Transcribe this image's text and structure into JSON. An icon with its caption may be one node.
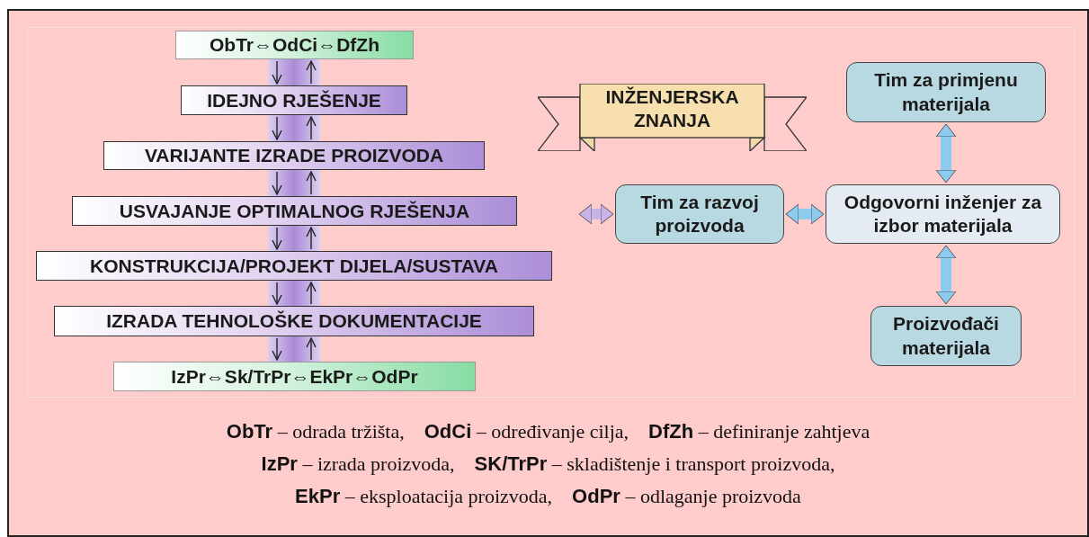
{
  "diagram": {
    "nodes": [
      {
        "text": [
          "ObTr⇔OdCi⇔DfZh"
        ]
      },
      {
        "text": [
          "IDEJNO RJEŠENJE"
        ]
      },
      {
        "text": [
          "VARIJANTE IZRADE PROIZVODA"
        ]
      },
      {
        "text": [
          "USVAJANJE OPTIMALNOG RJEŠENJA"
        ]
      },
      {
        "text": [
          "KONSTRUKCIJA/PROJEKT DIJELA/SUSTAVA"
        ]
      },
      {
        "text": [
          "IZRADA TEHNOLOŠKE DOKUMENTACIJE"
        ]
      },
      {
        "text": [
          "IzPr⇔Sk/TrPr⇔EkPr⇔OdPr"
        ]
      },
      {
        "text": [
          "INŽENJERSKA ZNANJA"
        ]
      },
      {
        "text": [
          "Tim za primjenu materijala"
        ]
      },
      {
        "text": [
          "Tim za razvoj proizvoda"
        ]
      },
      {
        "text": [
          "Odgovorni inženjer za izbor materijala"
        ]
      },
      {
        "text": [
          "Proizvođači materijala"
        ]
      }
    ],
    "edges": [
      {
        "from": 0,
        "to": 1,
        "arrow": "to"
      },
      {
        "from": 1,
        "to": 0,
        "arrow": "to"
      },
      {
        "from": 1,
        "to": 2,
        "arrow": "to"
      },
      {
        "from": 2,
        "to": 1,
        "arrow": "to"
      },
      {
        "from": 2,
        "to": 3,
        "arrow": "to"
      },
      {
        "from": 3,
        "to": 2,
        "arrow": "to"
      },
      {
        "from": 3,
        "to": 4,
        "arrow": "to"
      },
      {
        "from": 4,
        "to": 3,
        "arrow": "to"
      },
      {
        "from": 4,
        "to": 5,
        "arrow": "to"
      },
      {
        "from": 5,
        "to": 4,
        "arrow": "to"
      },
      {
        "from": 5,
        "to": 6,
        "arrow": "to"
      },
      {
        "from": 6,
        "to": 5,
        "arrow": "to"
      },
      {
        "from": null,
        "to": 9,
        "arrow": "both",
        "style": "thick",
        "color": "#c8b4e8"
      },
      {
        "from": 9,
        "to": 10,
        "arrow": "both",
        "style": "thick",
        "color": "#8ccbee"
      },
      {
        "from": 8,
        "to": 10,
        "arrow": "both",
        "style": "thick",
        "color": "#8ccbee"
      },
      {
        "from": 10,
        "to": 11,
        "arrow": "both",
        "style": "thick",
        "color": "#8ccbee"
      }
    ],
    "labels": [
      "**ObTr** – odrada tržišta,",
      "**OdCi** – određivanje cilja,",
      "**DfZh** – definiranje zahtjeva",
      "**IzPr** – izrada proizvoda,",
      "**SK/TrPr** – skladištenje i transport proizvoda,",
      "**EkPr** – eksploatacija proizvoda,",
      "**OdPr** – odlaganje proizvoda"
    ]
  }
}
